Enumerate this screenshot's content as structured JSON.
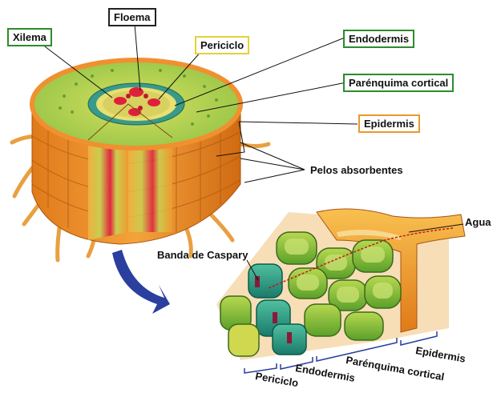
{
  "labels": {
    "xilema": "Xilema",
    "floema": "Floema",
    "periciclo": "Periciclo",
    "endodermis": "Endodermis",
    "parenquima_cortical": "Parénquima cortical",
    "epidermis": "Epidermis",
    "pelos_absorbentes": "Pelos absorbentes",
    "banda_caspary": "Banda de Caspary",
    "agua": "Agua"
  },
  "bottom_labels": {
    "periciclo": "Periciclo",
    "endodermis": "Endodermis",
    "parenquima_cortical": "Parénquima cortical",
    "epidermis": "Epidermis"
  },
  "colors": {
    "xilema_box": "#2e8b2e",
    "floema_box": "#222222",
    "periciclo_box": "#e3d23a",
    "endodermis_box": "#2e8b2e",
    "parenquima_box": "#2e8b2e",
    "epidermis_box": "#e89a2a",
    "arrow": "#2a3f9e",
    "bracket": "#2a3f9e"
  }
}
